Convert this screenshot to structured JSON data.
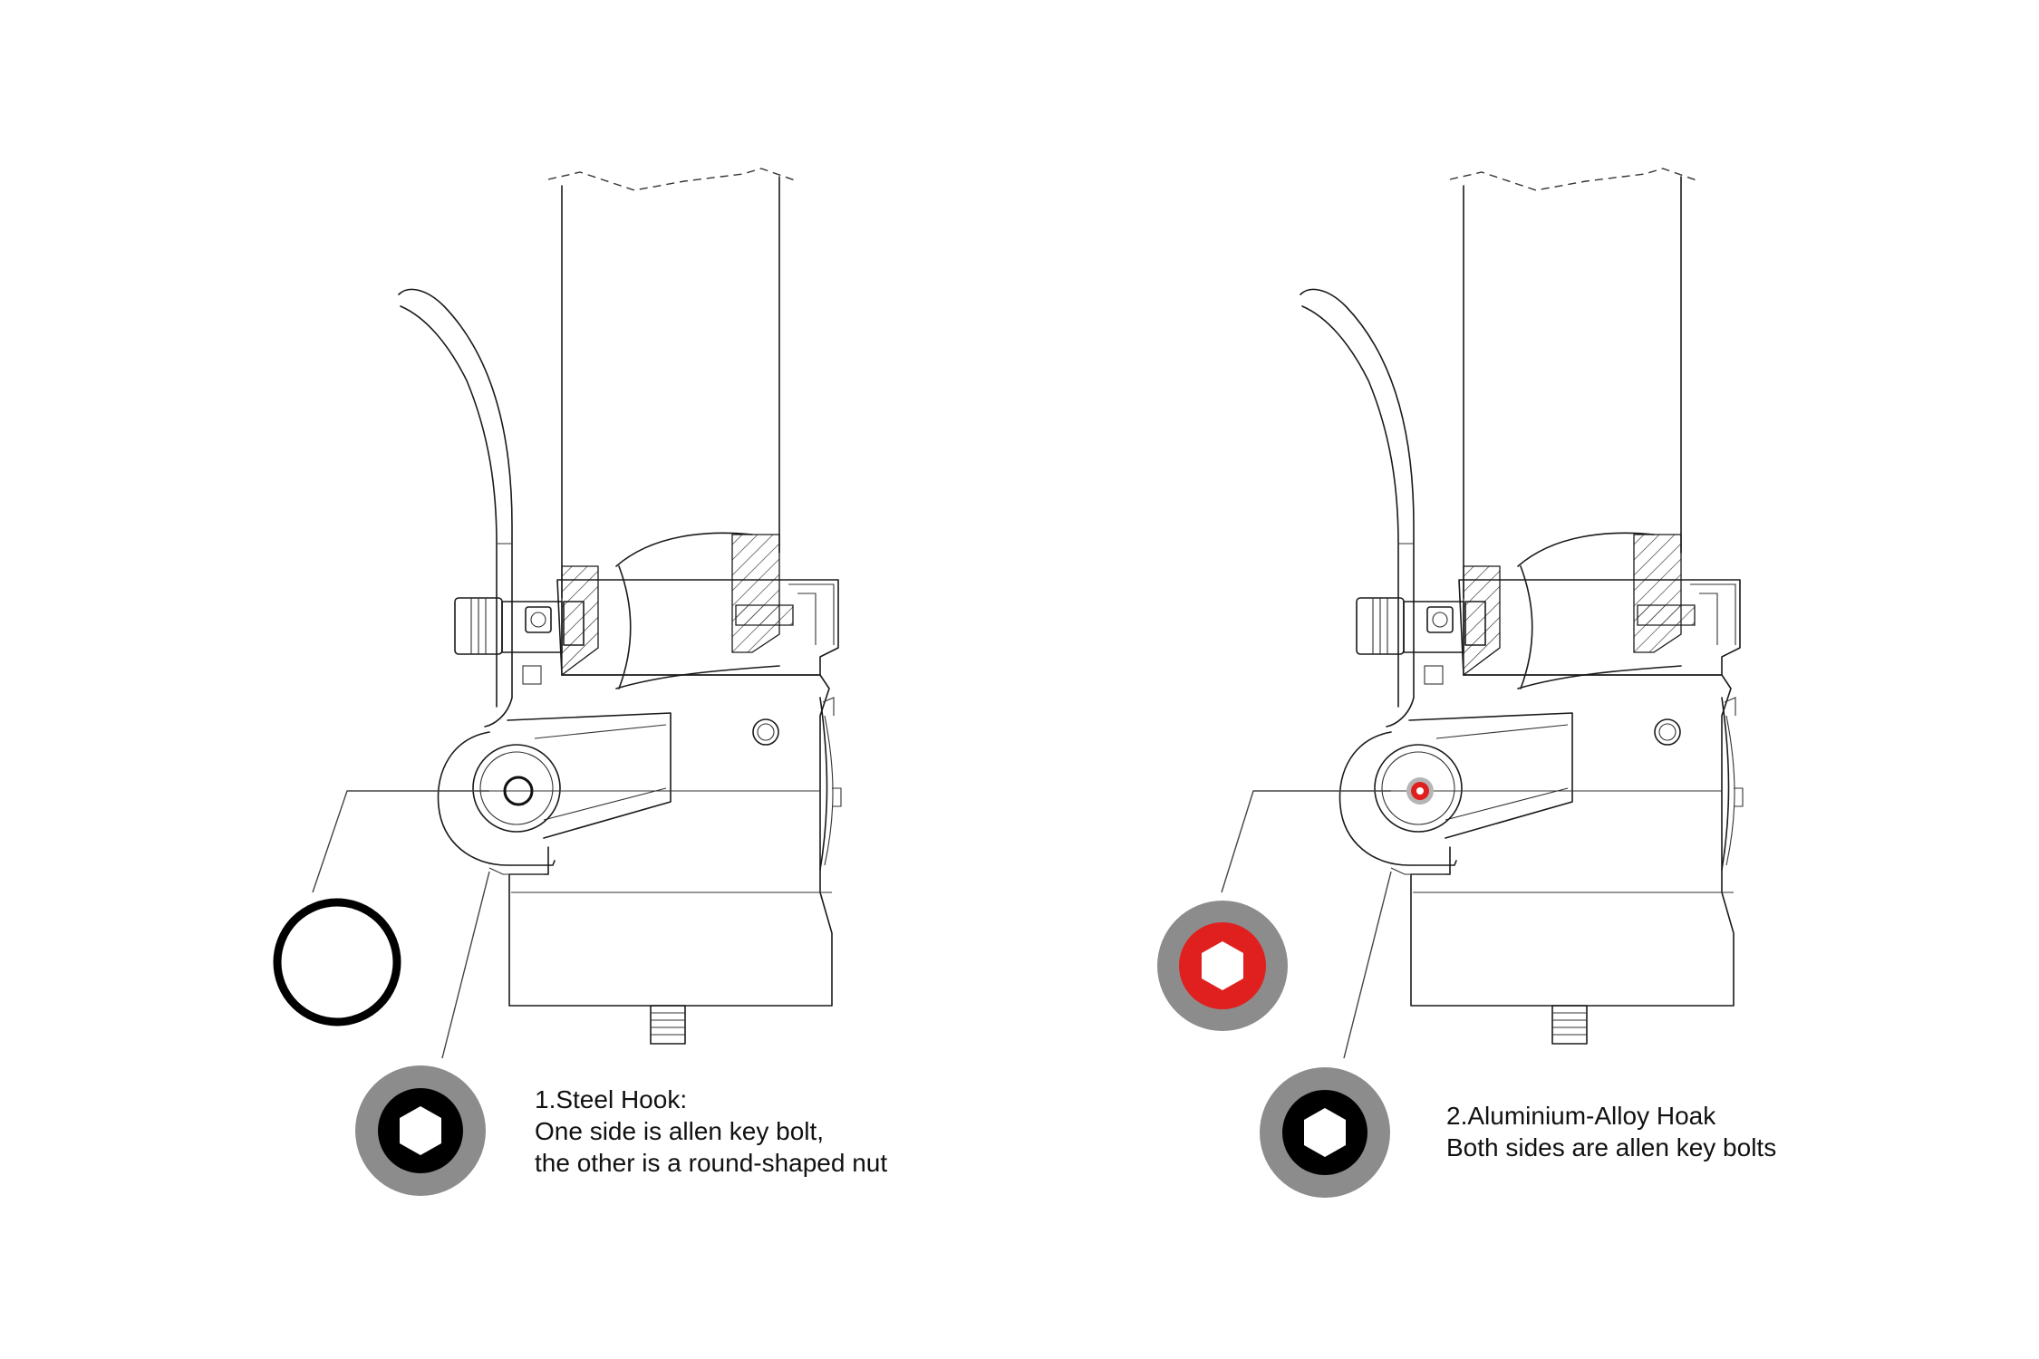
{
  "colors": {
    "line": "#1a1a1a",
    "ring_gray": "#8c8c8c",
    "nut_black": "#000000",
    "accent_red": "#e0201e"
  },
  "panels": [
    {
      "caption": {
        "title": "1.Steel Hook:",
        "line1": "One side is allen key bolt,",
        "line2": "the other is a round-shaped nut"
      }
    },
    {
      "caption": {
        "title": "2.Aluminium-Alloy Hoak",
        "line1": "Both sides are allen key bolts"
      }
    }
  ]
}
